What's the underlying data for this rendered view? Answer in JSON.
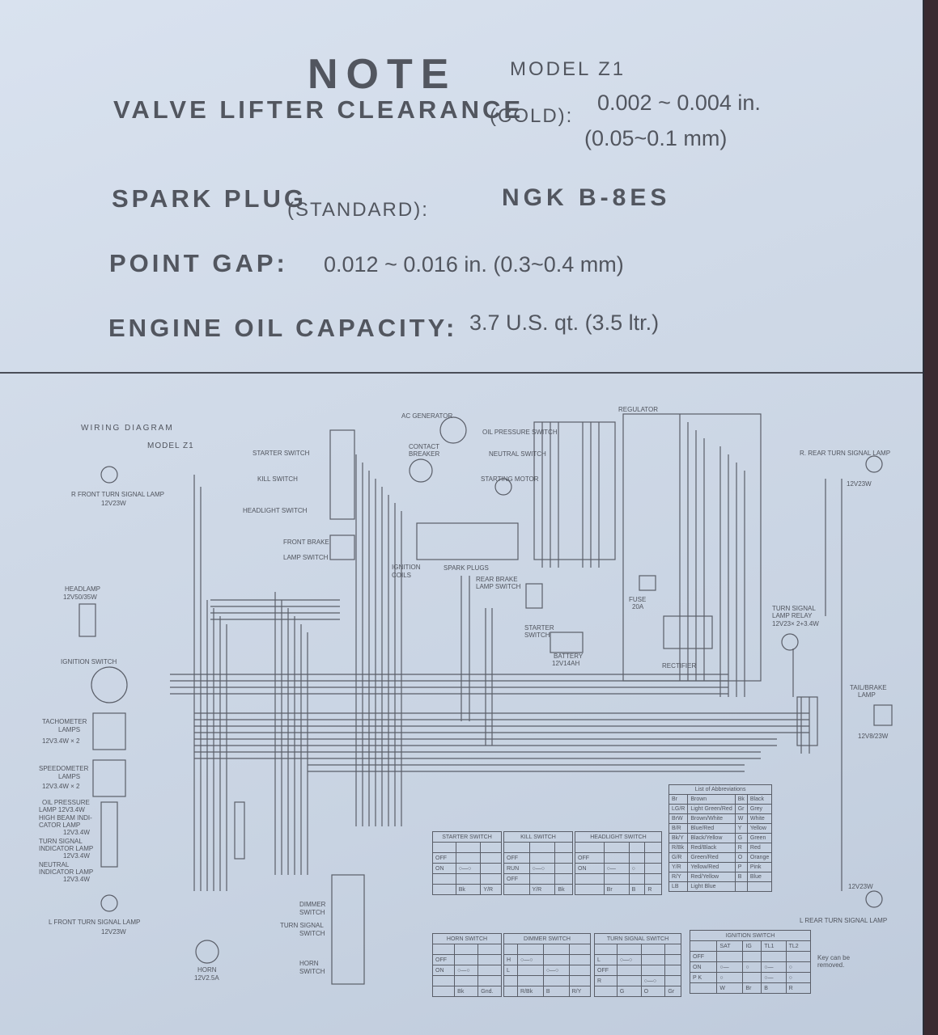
{
  "note": {
    "title": "NOTE",
    "model": "MODEL  Z1",
    "valve_label": "VALVE  LIFTER  CLEARANCE",
    "valve_paren": "(COLD):",
    "valve_value": "0.002 ~ 0.004 in.",
    "valve_value_mm": "(0.05~0.1 mm)",
    "spark_label": "SPARK  PLUG",
    "spark_paren": "(STANDARD):",
    "spark_value": "NGK   B-8ES",
    "point_label": "POINT  GAP:",
    "point_value": "0.012 ~ 0.016 in. (0.3~0.4 mm)",
    "oil_label": "ENGINE  OIL  CAPACITY:",
    "oil_value": "3.7 U.S. qt.  (3.5 ltr.)"
  },
  "diagram": {
    "title": "WIRING DIAGRAM",
    "model": "MODEL  Z1",
    "labels": {
      "r_front_turn": "R FRONT TURN SIGNAL LAMP",
      "r_front_turn_spec": "12V23W",
      "headlamp": "HEADLAMP",
      "headlamp_spec": "12V50/35W",
      "ignition_switch": "IGNITION SWITCH",
      "tachometer": "TACHOMETER",
      "tachometer2": "LAMPS",
      "tachometer_spec": "12V3.4W × 2",
      "speedometer": "SPEEDOMETER",
      "speedometer2": "LAMPS",
      "speedometer_spec": "12V3.4W × 2",
      "oil_pressure": "OIL PRESSURE",
      "oil_pressure2": "LAMP  12V3.4W",
      "high_beam": "HIGH BEAM INDI-",
      "high_beam2": "CATOR LAMP",
      "high_beam3": "12V3.4W",
      "turn_ind": "TURN SIGNAL",
      "turn_ind2": "INDICATOR LAMP",
      "turn_ind3": "12V3.4W",
      "neutral_ind": "NEUTRAL",
      "neutral_ind2": "INDICATOR LAMP",
      "neutral_ind3": "12V3.4W",
      "l_front_turn": "L FRONT TURN SIGNAL LAMP",
      "l_front_turn_spec": "12V23W",
      "horn": "HORN",
      "horn_spec": "12V2.5A",
      "starter_switch": "STARTER SWITCH",
      "kill_switch": "KILL SWITCH",
      "headlight_switch": "HEADLIGHT SWITCH",
      "front_brake": "FRONT BRAKE",
      "front_brake2": "LAMP SWITCH",
      "ignition_coils": "IGNITION",
      "ignition_coils2": "COILS",
      "spark_plugs": "SPARK PLUGS",
      "rear_brake": "REAR BRAKE",
      "rear_brake2": "LAMP SWITCH",
      "ac_generator": "AC GENERATOR",
      "contact_breaker": "CONTACT",
      "contact_breaker2": "BREAKER",
      "oil_pressure_switch": "OIL PRESSURE SWITCH",
      "neutral_switch": "NEUTRAL SWITCH",
      "starting_motor": "STARTING MOTOR",
      "regulator": "REGULATOR",
      "fuse": "FUSE",
      "fuse_spec": "20A",
      "starter_sw": "STARTER",
      "starter_sw2": "SWITCH",
      "battery": "BATTERY",
      "battery_spec": "12V14AH",
      "rectifier": "RECTIFIER",
      "turn_relay": "TURN SIGNAL",
      "turn_relay2": "LAMP RELAY",
      "turn_relay_spec": "12V23× 2+3.4W",
      "r_rear_turn": "R. REAR TURN SIGNAL LAMP",
      "r_rear_turn_spec": "12V23W",
      "tail_brake": "TAIL/BRAKE",
      "tail_brake2": "LAMP",
      "tail_brake_spec": "12V8/23W",
      "l_rear_turn": "L REAR TURN SIGNAL LAMP",
      "l_rear_turn_spec": "12V23W",
      "dimmer_switch": "DIMMER",
      "dimmer_switch2": "SWITCH",
      "turn_signal_switch": "TURN SIGNAL",
      "turn_signal_switch2": "SWITCH",
      "horn_switch": "HORN",
      "horn_switch2": "SWITCH"
    },
    "abbreviations": {
      "title": "List of Abbreviations",
      "left": [
        [
          "Br",
          "Brown"
        ],
        [
          "LG/R",
          "Light Green/Red"
        ],
        [
          "BrW",
          "Brown/White"
        ],
        [
          "B/R",
          "Blue/Red"
        ],
        [
          "Bk/Y",
          "Black/Yellow"
        ],
        [
          "R/Bk",
          "Red/Black"
        ],
        [
          "G/R",
          "Green/Red"
        ],
        [
          "Y/R",
          "Yellow/Red"
        ],
        [
          "R/Y",
          "Red/Yellow"
        ],
        [
          "LB",
          "Light Blue"
        ]
      ],
      "right": [
        [
          "Bk",
          "Black"
        ],
        [
          "Gr",
          "Grey"
        ],
        [
          "W",
          "White"
        ],
        [
          "Y",
          "Yellow"
        ],
        [
          "G",
          "Green"
        ],
        [
          "R",
          "Red"
        ],
        [
          "O",
          "Orange"
        ],
        [
          "P",
          "Pink"
        ],
        [
          "B",
          "Blue"
        ],
        [
          "",
          ""
        ]
      ]
    },
    "switch_tables": {
      "starter": {
        "title": "STARTER SWITCH",
        "rows": [
          "OFF",
          "ON"
        ],
        "cols": [
          "Bk",
          "Y/R"
        ]
      },
      "kill": {
        "title": "KILL SWITCH",
        "rows": [
          "OFF",
          "RUN",
          "OFF"
        ],
        "cols": [
          "Y/R",
          "Bk"
        ]
      },
      "headlight": {
        "title": "HEADLIGHT SWITCH",
        "rows": [
          "OFF",
          "ON"
        ],
        "cols": [
          "Br",
          "B",
          "R"
        ]
      },
      "horn": {
        "title": "HORN SWITCH",
        "rows": [
          "OFF",
          "ON"
        ],
        "cols": [
          "Bk",
          "Gnd."
        ]
      },
      "dimmer": {
        "title": "DIMMER SWITCH",
        "rows": [
          "H",
          "L"
        ],
        "cols": [
          "R/Bk",
          "B",
          "R/Y"
        ]
      },
      "turn": {
        "title": "TURN SIGNAL SWITCH",
        "rows": [
          "L",
          "OFF",
          "R"
        ],
        "cols": [
          "G",
          "O",
          "Gr"
        ]
      },
      "ignition": {
        "title": "IGNITION SWITCH",
        "header": [
          "SAT",
          "IG",
          "TL1",
          "TL2"
        ],
        "rows": [
          "OFF",
          "ON",
          "P K"
        ],
        "cols": [
          "W",
          "Br",
          "B",
          "R"
        ],
        "note": "Key can be removed."
      }
    }
  }
}
